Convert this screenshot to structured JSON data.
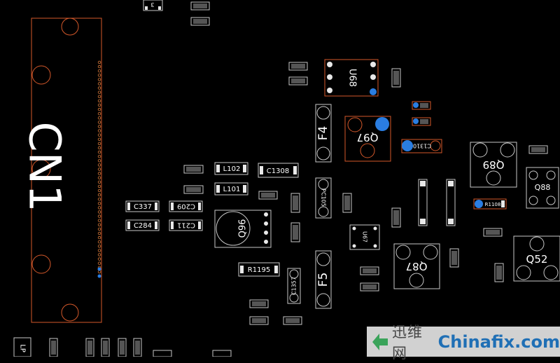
{
  "colors": {
    "background": "#000000",
    "component_outline": "#c8c8c8",
    "highlight_outline": "#d4582a",
    "pad_white": "#e8e8e8",
    "via_blue": "#2a7de1",
    "cn1_pin": "#d87a3a"
  },
  "labels": {
    "cn1": "CN1",
    "cn1_top": "3",
    "u68": "U68",
    "f4": "F4",
    "q97": "Q97",
    "c1310": "C1310",
    "q89": "Q89",
    "q88": "Q88",
    "l102": "L102",
    "l101": "L101",
    "c1308": "C1308",
    "c337": "C337",
    "c209": "C209",
    "c284": "C284",
    "c211": "C211",
    "q96": "Q96",
    "pc105": "PC105",
    "u67": "U67",
    "r1108": "R1108",
    "q87": "Q87",
    "q52": "Q52",
    "r1195": "R1195",
    "c1357": "C1357",
    "f5": "F5",
    "lp": "LP"
  },
  "watermark": {
    "cn_text": "迅维网",
    "en_text": "Chinafix.com"
  }
}
